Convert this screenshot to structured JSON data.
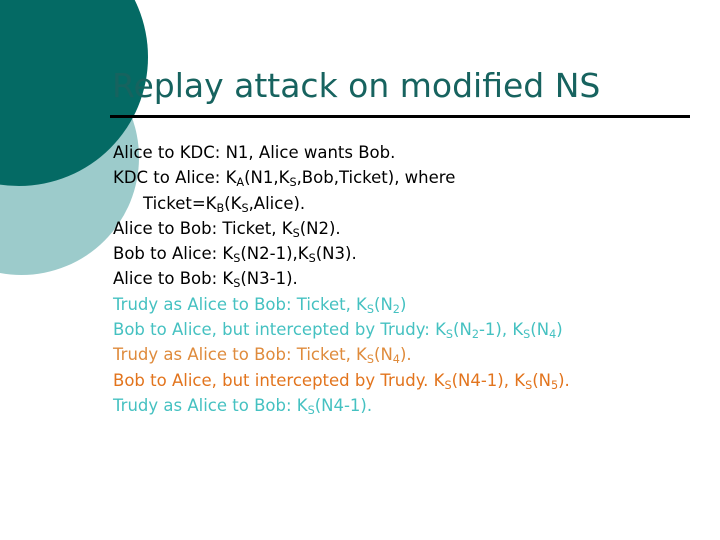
{
  "slide": {
    "title": "Replay attack on modified NS",
    "title_color": "#17635f",
    "rule_color": "#000000",
    "background_color": "#ffffff",
    "decor": {
      "dark_circle_color": "#046a64",
      "light_circle_color": "#9ccbcb"
    }
  },
  "body": {
    "lines": [
      {
        "id": "line-1",
        "color": "#000000",
        "indent": false,
        "segments": [
          {
            "t": "Alice to KDC: N1, Alice wants Bob."
          }
        ]
      },
      {
        "id": "line-2",
        "color": "#000000",
        "indent": false,
        "segments": [
          {
            "t": "KDC to Alice: K"
          },
          {
            "t": "A",
            "sub": true
          },
          {
            "t": "(N1,K"
          },
          {
            "t": "S",
            "sub": true
          },
          {
            "t": ",Bob,Ticket), where"
          }
        ]
      },
      {
        "id": "line-3",
        "color": "#000000",
        "indent": true,
        "segments": [
          {
            "t": "Ticket=K"
          },
          {
            "t": "B",
            "sub": true
          },
          {
            "t": "(K"
          },
          {
            "t": "S",
            "sub": true
          },
          {
            "t": ",Alice)."
          }
        ]
      },
      {
        "id": "line-4",
        "color": "#000000",
        "indent": false,
        "segments": [
          {
            "t": "Alice to Bob: Ticket, K"
          },
          {
            "t": "S",
            "sub": true
          },
          {
            "t": "(N2)."
          }
        ]
      },
      {
        "id": "line-5",
        "color": "#000000",
        "indent": false,
        "segments": [
          {
            "t": "Bob to Alice: K"
          },
          {
            "t": "S",
            "sub": true
          },
          {
            "t": "(N2-1),K"
          },
          {
            "t": "S",
            "sub": true
          },
          {
            "t": "(N3)."
          }
        ]
      },
      {
        "id": "line-6",
        "color": "#000000",
        "indent": false,
        "segments": [
          {
            "t": "Alice to Bob: K"
          },
          {
            "t": "S",
            "sub": true
          },
          {
            "t": "(N3-1)."
          }
        ]
      },
      {
        "id": "line-7",
        "color": "#45c1c1",
        "indent": false,
        "segments": [
          {
            "t": "Trudy as Alice to Bob: Ticket, K"
          },
          {
            "t": "S",
            "sub": true
          },
          {
            "t": "(N"
          },
          {
            "t": "2",
            "sub": true
          },
          {
            "t": ")"
          }
        ]
      },
      {
        "id": "line-8",
        "color": "#45c1c1",
        "indent": false,
        "segments": [
          {
            "t": "Bob to Alice, but intercepted by Trudy: K"
          },
          {
            "t": "S",
            "sub": true
          },
          {
            "t": "(N"
          },
          {
            "t": "2",
            "sub": true
          },
          {
            "t": "-1), K"
          },
          {
            "t": "S",
            "sub": true
          },
          {
            "t": "(N"
          },
          {
            "t": "4",
            "sub": true
          },
          {
            "t": ")"
          }
        ]
      },
      {
        "id": "line-9",
        "color": "#df8b3c",
        "indent": false,
        "segments": [
          {
            "t": "Trudy as Alice to Bob: Ticket, K"
          },
          {
            "t": "S",
            "sub": true
          },
          {
            "t": "(N"
          },
          {
            "t": "4",
            "sub": true
          },
          {
            "t": ")."
          }
        ]
      },
      {
        "id": "line-10",
        "color": "#e2741d",
        "indent": false,
        "segments": [
          {
            "t": "Bob to Alice, but intercepted by Trudy. K"
          },
          {
            "t": "S",
            "sub": true
          },
          {
            "t": "(N4-1), K"
          },
          {
            "t": "S",
            "sub": true
          },
          {
            "t": "(N"
          },
          {
            "t": "5",
            "sub": true
          },
          {
            "t": ")."
          }
        ]
      },
      {
        "id": "line-11",
        "color": "#45c1c1",
        "indent": false,
        "segments": [
          {
            "t": "Trudy as Alice to Bob: K"
          },
          {
            "t": "S",
            "sub": true
          },
          {
            "t": "(N4-1)."
          }
        ]
      }
    ]
  }
}
